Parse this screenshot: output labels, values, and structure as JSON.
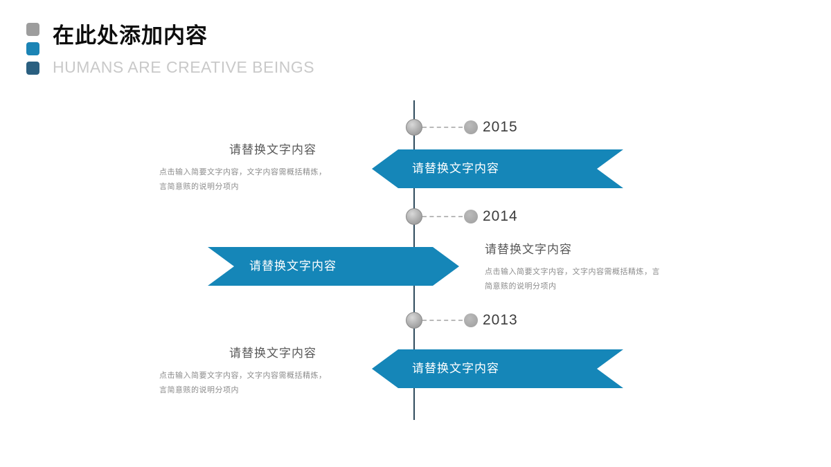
{
  "header": {
    "title": "在此处添加内容",
    "subtitle": "HUMANS ARE CREATIVE BEINGS",
    "accent_squares": [
      "#9d9d9d",
      "#1b84b5",
      "#2a5f80"
    ]
  },
  "colors": {
    "banner_blue": "#1586b8",
    "timeline_line": "#2e4a5c",
    "node_gray": "#a6a6a6",
    "dash_gray": "#b9b9b9",
    "year_text": "#3c3c3c",
    "heading_text": "#595959",
    "body_text": "#8c8c8c"
  },
  "timeline": {
    "milestones": [
      {
        "year": "2015",
        "banner_label": "请替换文字内容",
        "banner_direction": "left",
        "text_side": "left",
        "text_heading": "请替换文字内容",
        "text_line1": "点击输入简要文字内容，文字内容需概括精炼，",
        "text_line2": "言简意赅的说明分项内"
      },
      {
        "year": "2014",
        "banner_label": "请替换文字内容",
        "banner_direction": "right",
        "text_side": "right",
        "text_heading": "请替换文字内容",
        "text_line1": "点击输入简要文字内容，文字内容需概括精炼，言",
        "text_line2": "简意赅的说明分项内"
      },
      {
        "year": "2013",
        "banner_label": "请替换文字内容",
        "banner_direction": "left",
        "text_side": "left",
        "text_heading": "请替换文字内容",
        "text_line1": "点击输入简要文字内容，文字内容需概括精炼，",
        "text_line2": "言简意赅的说明分项内"
      }
    ]
  }
}
